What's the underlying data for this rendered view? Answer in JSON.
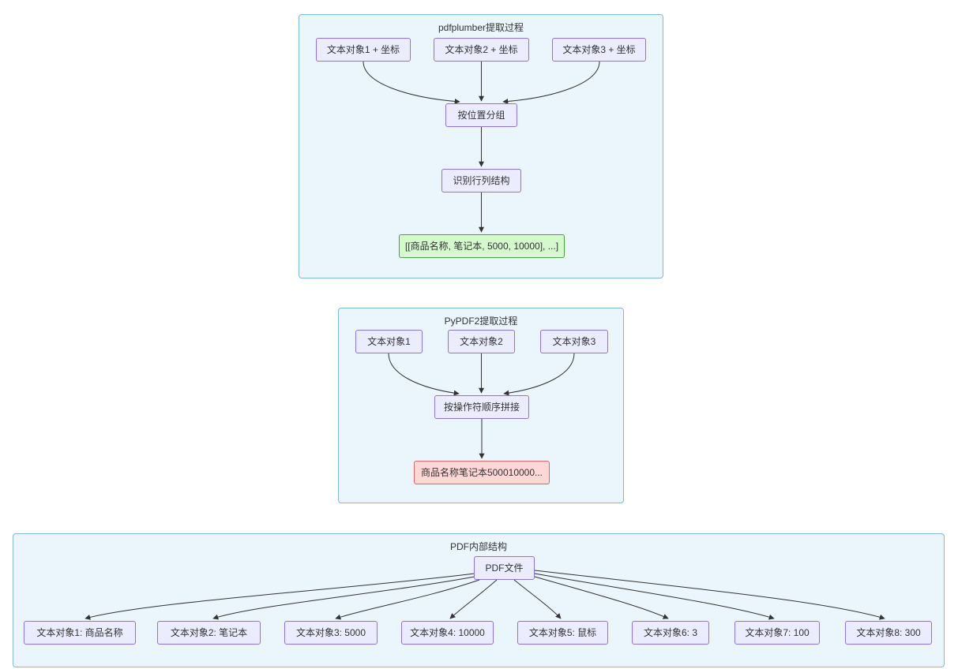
{
  "pdfplumber": {
    "title": "pdfplumber提取过程",
    "inputs": [
      "文本对象1 + 坐标",
      "文本对象2 + 坐标",
      "文本对象3 + 坐标"
    ],
    "group_step": "按位置分组",
    "structure_step": "识别行列结构",
    "result": "[[商品名称, 笔记本, 5000, 10000], ...]"
  },
  "pypdf2": {
    "title": "PyPDF2提取过程",
    "inputs": [
      "文本对象1",
      "文本对象2",
      "文本对象3"
    ],
    "concat_step": "按操作符顺序拼接",
    "result": "商品名称笔记本500010000..."
  },
  "pdf_structure": {
    "title": "PDF内部结构",
    "root": "PDF文件",
    "objects": [
      "文本对象1: 商品名称",
      "文本对象2: 笔记本",
      "文本对象3: 5000",
      "文本对象4: 10000",
      "文本对象5: 鼠标",
      "文本对象6: 3",
      "文本对象7: 100",
      "文本对象8: 300"
    ]
  },
  "colors": {
    "container_bg": "#eaf5fc",
    "container_border": "#84b8d6",
    "node_bg": "#ececff",
    "node_border": "#9370db",
    "result_success_bg": "#d5f8cf",
    "result_success_border": "#4aa33f",
    "result_error_bg": "#ffd7d7",
    "result_error_border": "#d66a6a",
    "arrow": "#333333"
  }
}
